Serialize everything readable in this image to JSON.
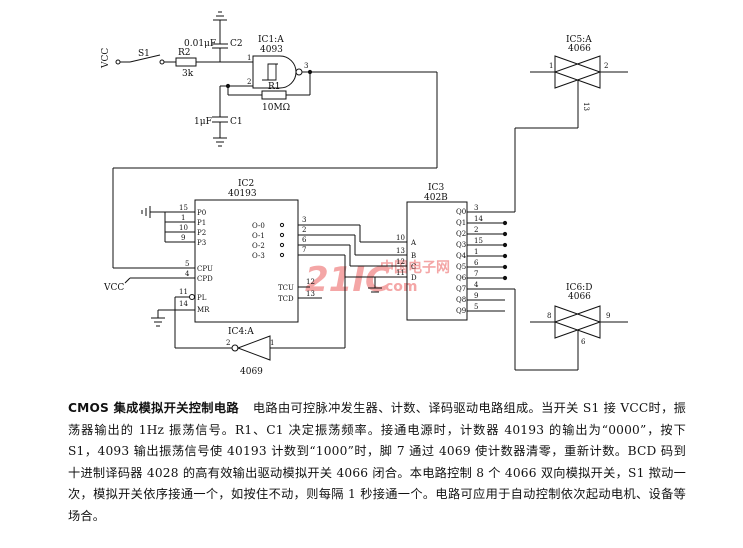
{
  "diagram": {
    "vcc_top": "VCC",
    "vcc_mid": "VCC",
    "switch_label": "S1",
    "r2_label": "R2",
    "r2_value": "3k",
    "c2_value": "0.01μF",
    "c2_label": "C2",
    "c1_value": "1μF",
    "c1_label": "C1",
    "r1_label": "R1",
    "r1_value": "10MΩ",
    "ic1_name": "IC1:A",
    "ic1_part": "4093",
    "ic1_pin1": "1",
    "ic1_pin2": "2",
    "ic1_pin3": "3",
    "ic2_name": "IC2",
    "ic2_part": "40193",
    "ic2_pins_left": [
      {
        "num": "15",
        "name": "P0"
      },
      {
        "num": "1",
        "name": "P1"
      },
      {
        "num": "10",
        "name": "P2"
      },
      {
        "num": "9",
        "name": "P3"
      },
      {
        "num": "5",
        "name": "CPU"
      },
      {
        "num": "4",
        "name": "CPD"
      },
      {
        "num": "11",
        "name": "PL"
      },
      {
        "num": "14",
        "name": "MR"
      }
    ],
    "ic2_pins_right": [
      {
        "num": "3",
        "name": "O-0"
      },
      {
        "num": "2",
        "name": "O-1"
      },
      {
        "num": "6",
        "name": "O-2"
      },
      {
        "num": "7",
        "name": "O-3"
      },
      {
        "num": "12",
        "name": "TCU"
      },
      {
        "num": "13",
        "name": "TCD"
      }
    ],
    "ic3_name": "IC3",
    "ic3_part": "402B",
    "ic3_pins_left": [
      {
        "num": "10",
        "name": "A"
      },
      {
        "num": "13",
        "name": "B"
      },
      {
        "num": "12",
        "name": "C"
      },
      {
        "num": "11",
        "name": "D"
      }
    ],
    "ic3_pins_right": [
      {
        "num": "3",
        "name": "Q0"
      },
      {
        "num": "14",
        "name": "Q1"
      },
      {
        "num": "2",
        "name": "Q2"
      },
      {
        "num": "15",
        "name": "Q3"
      },
      {
        "num": "1",
        "name": "Q4"
      },
      {
        "num": "6",
        "name": "Q5"
      },
      {
        "num": "7",
        "name": "Q6"
      },
      {
        "num": "4",
        "name": "Q7"
      },
      {
        "num": "9",
        "name": "Q8"
      },
      {
        "num": "5",
        "name": "Q9"
      }
    ],
    "ic4_name": "IC4:A",
    "ic4_part": "4069",
    "ic4_pin_in": "1",
    "ic4_pin_out": "2",
    "ic5_name": "IC5:A",
    "ic5_part": "4066",
    "ic5_pin_l": "1",
    "ic5_pin_r": "2",
    "ic5_pin_c": "13",
    "ic6_name": "IC6:D",
    "ic6_part": "4066",
    "ic6_pin_l": "8",
    "ic6_pin_r": "9",
    "ic6_pin_c": "6"
  },
  "watermark": {
    "main": "21IC",
    "cn": "中国电子网",
    "com": "com"
  },
  "caption": {
    "title": "CMOS 集成模拟开关控制电路",
    "body": "电路由可控脉冲发生器、计数、译码驱动电路组成。当开关 S1 接 VCC时，振荡器输出的 1Hz 振荡信号。R1、C1 决定振荡频率。接通电源时，计数器 40193 的输出为“0000”，按下 S1，4093 输出振荡信号使 40193 计数到“1000”时，脚 7 通过 4069 使计数器清零，重新计数。BCD 码到十进制译码器 4028 的高有效输出驱动模拟开关 4066 闭合。本电路控制 8 个 4066 双向模拟开关，S1 揿动一次，模拟开关依序接通一个，如按住不动，则每隔 1 秒接通一个。电路可应用于自动控制依次起动电机、设备等场合。"
  }
}
